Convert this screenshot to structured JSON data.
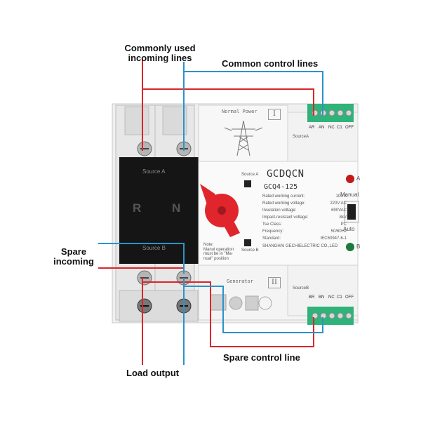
{
  "callouts": {
    "commonly_used_incoming": "Commonly used\nincoming lines",
    "common_control_lines": "Common control lines",
    "spare_incoming": "Spare\nincoming",
    "load_output": "Load output",
    "spare_control_line": "Spare control line"
  },
  "device": {
    "brand": "GCDQCN",
    "model": "GCQ4-125",
    "normal_power": "Normal Power",
    "generator": "Generator",
    "roman_1": "I",
    "roman_2": "II",
    "source_a_small": "SourceA",
    "source_b_small": "SourceB",
    "source_a_window": "Source A",
    "source_b_window": "Source B",
    "source_a_face": "Source A",
    "source_b_face": "Source B",
    "r_label": "R",
    "n_label": "N",
    "led_a": "A",
    "led_b": "B",
    "manual": "Manual",
    "auto": "Auto",
    "note": "Note:\nManul operation\nmust be in \"Ma-\nnual\" position",
    "terminals_top": [
      "AR",
      "AN",
      "NC",
      "C1",
      "OFF"
    ],
    "terminals_bottom": [
      "BR",
      "BN",
      "NC",
      "C1",
      "OFF"
    ],
    "specs": [
      {
        "k": "Rated working current:",
        "v": "100    A"
      },
      {
        "k": "Rated working voltage:",
        "v": "220V AC"
      },
      {
        "k": "Insulation voltage:",
        "v": "690VAC"
      },
      {
        "k": "Impact-resistant voltage:",
        "v": "8kV"
      },
      {
        "k": "Tse Class:",
        "v": "PC"
      },
      {
        "k": "Frequency:",
        "v": "50/60Hz"
      },
      {
        "k": "Standard:",
        "v": "IEC60947-6-1"
      }
    ],
    "manufacturer": "SHANGHAI GECHIELECTRIC CO.,LED"
  },
  "colors": {
    "red_wire": "#d9262a",
    "blue_wire": "#2b93c9",
    "terminal_green": "#2fb37a",
    "knob_red": "#e0262c",
    "black_body": "#151515"
  },
  "icons": [
    "power-tower-icon",
    "generator-icon",
    "screw-terminal-icon",
    "led-indicator-icon",
    "rotary-knob-icon",
    "selector-switch-icon"
  ]
}
